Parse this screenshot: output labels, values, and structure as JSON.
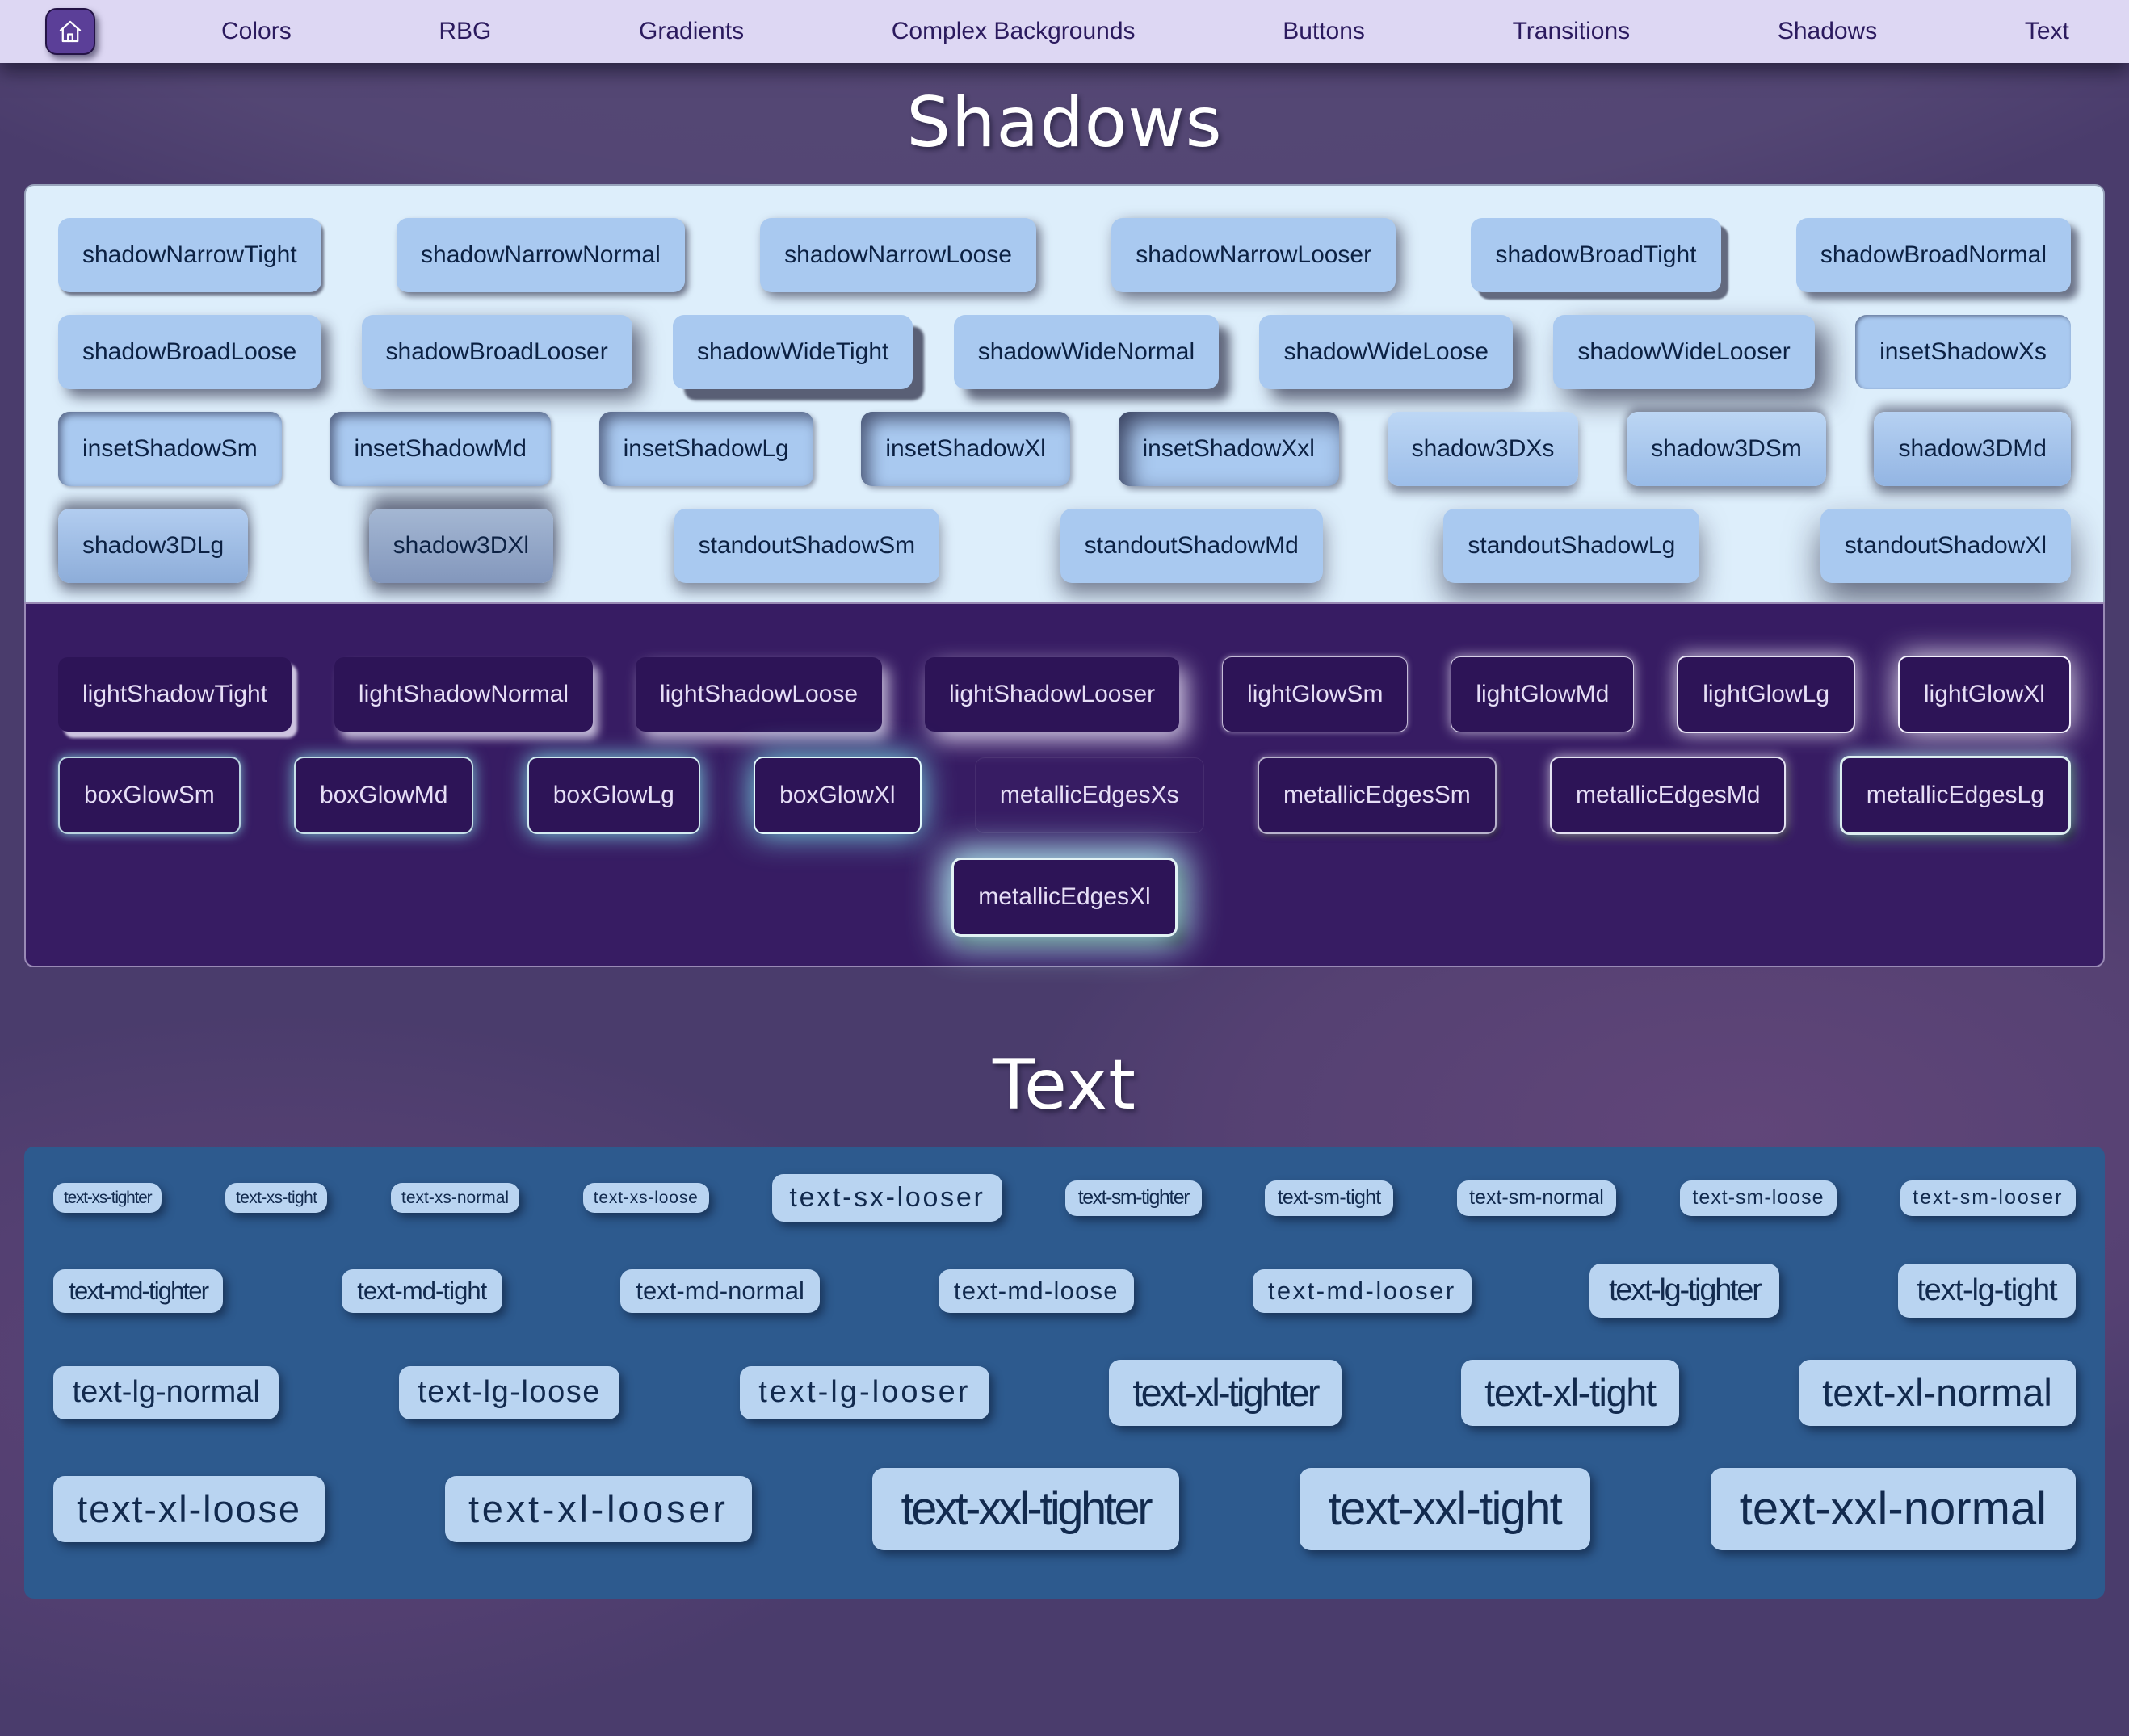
{
  "nav": {
    "home_icon": "house-icon",
    "items": [
      "Colors",
      "RBG",
      "Gradients",
      "Complex Backgrounds",
      "Buttons",
      "Transitions",
      "Shadows",
      "Text"
    ]
  },
  "sections": {
    "shadows": {
      "title": "Shadows",
      "light_panel_rows": [
        [
          "shadowNarrowTight",
          "shadowNarrowNormal",
          "shadowNarrowLoose",
          "shadowNarrowLooser",
          "shadowBroadTight",
          "shadowBroadNormal"
        ],
        [
          "shadowBroadLoose",
          "shadowBroadLooser",
          "shadowWideTight",
          "shadowWideNormal",
          "shadowWideLoose",
          "shadowWideLooser",
          "insetShadowXs"
        ],
        [
          "insetShadowSm",
          "insetShadowMd",
          "insetShadowLg",
          "insetShadowXl",
          "insetShadowXxl",
          "shadow3DXs",
          "shadow3DSm",
          "shadow3DMd"
        ],
        [
          "shadow3DLg",
          "shadow3DXl",
          "standoutShadowSm",
          "standoutShadowMd",
          "standoutShadowLg",
          "standoutShadowXl"
        ]
      ],
      "dark_panel_rows": [
        [
          "lightShadowTight",
          "lightShadowNormal",
          "lightShadowLoose",
          "lightShadowLooser",
          "lightGlowSm",
          "lightGlowMd",
          "lightGlowLg",
          "lightGlowXl"
        ],
        [
          "boxGlowSm",
          "boxGlowMd",
          "boxGlowLg",
          "boxGlowXl",
          "metallicEdgesXs",
          "metallicEdgesSm",
          "metallicEdgesMd",
          "metallicEdgesLg"
        ],
        [
          "metallicEdgesXl"
        ]
      ]
    },
    "text": {
      "title": "Text",
      "rows": [
        [
          "text-xs-tighter",
          "text-xs-tight",
          "text-xs-normal",
          "text-xs-loose",
          "text-sx-looser",
          "text-sm-tighter",
          "text-sm-tight",
          "text-sm-normal",
          "text-sm-loose",
          "text-sm-looser"
        ],
        [
          "text-md-tighter",
          "text-md-tight",
          "text-md-normal",
          "text-md-loose",
          "text-md-looser",
          "text-lg-tighter",
          "text-lg-tight"
        ],
        [
          "text-lg-normal",
          "text-lg-loose",
          "text-lg-looser",
          "text-xl-tighter",
          "text-xl-tight",
          "text-xl-normal"
        ],
        [
          "text-xl-loose",
          "text-xl-looser",
          "text-xxl-tighter",
          "text-xxl-tight",
          "text-xxl-normal"
        ]
      ]
    }
  },
  "colors": {
    "nav_bg": "#ddd7f3",
    "nav_text": "#2b1a5e",
    "home_button_bg": "#5b3f98",
    "page_bg": "#4a3c6c",
    "light_panel_bg": "#ddeefb",
    "light_button_bg": "#a9c9f0",
    "light_button_text": "#0c2143",
    "dark_panel_bg": "#371c63",
    "dark_button_bg": "#2d1457",
    "dark_button_text": "#e6def6",
    "cyan_glow": "#7ce4ec",
    "text_panel_bg": "#2d5a8e",
    "pill_bg": "#b9d4f1",
    "pill_text": "#122a4e",
    "title_text": "#ffffff"
  }
}
